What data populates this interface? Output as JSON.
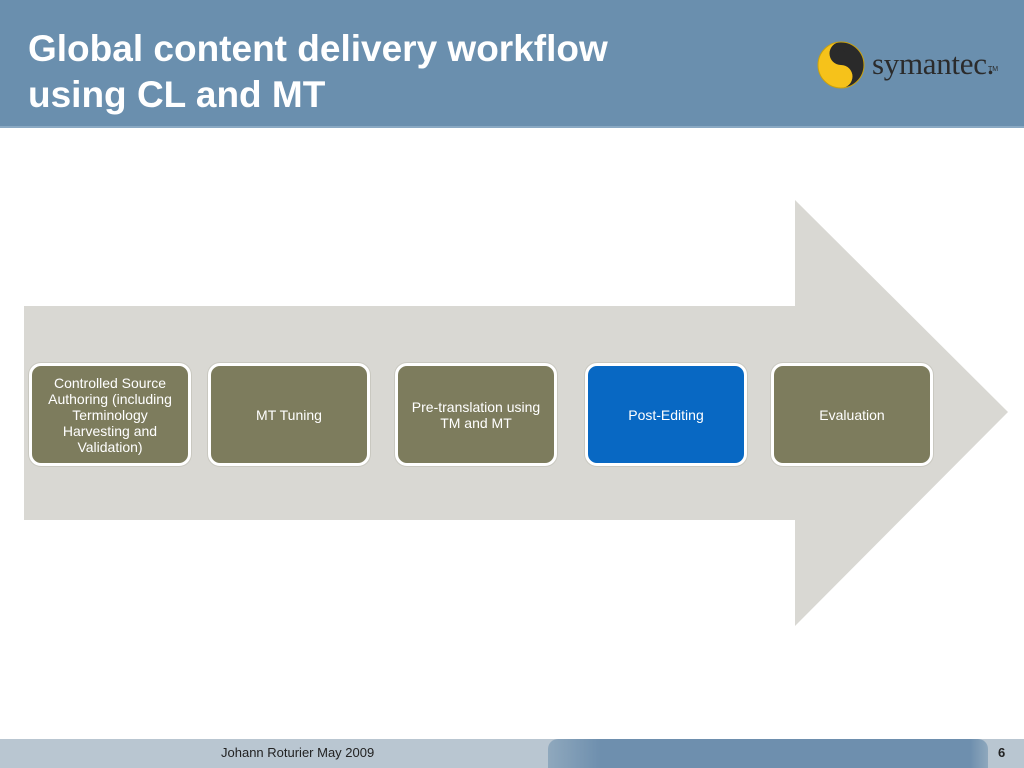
{
  "slide": {
    "title_lines": [
      "Global content delivery workflow",
      "using CL and MT"
    ],
    "logo": {
      "name": "symantec-logo",
      "wordmark": "symantec.",
      "trademark": "TM"
    }
  },
  "diagram": {
    "arrow_color": "#d9d8d3",
    "box_color": "#7d7c5d",
    "highlight_color": "#0868c3",
    "steps": [
      {
        "label": "Controlled Source Authoring (including Terminology Harvesting and Validation)",
        "highlighted": false
      },
      {
        "label": "MT Tuning",
        "highlighted": false
      },
      {
        "label": "Pre-translation using TM and MT",
        "highlighted": false
      },
      {
        "label": "Post-Editing",
        "highlighted": true
      },
      {
        "label": "Evaluation",
        "highlighted": false
      }
    ]
  },
  "footer": {
    "text": "Johann Roturier May 2009",
    "page_number": "6"
  },
  "colors": {
    "header": "#6a8fae",
    "footer": "#b9c6d1",
    "title_text": "#ffffff"
  }
}
